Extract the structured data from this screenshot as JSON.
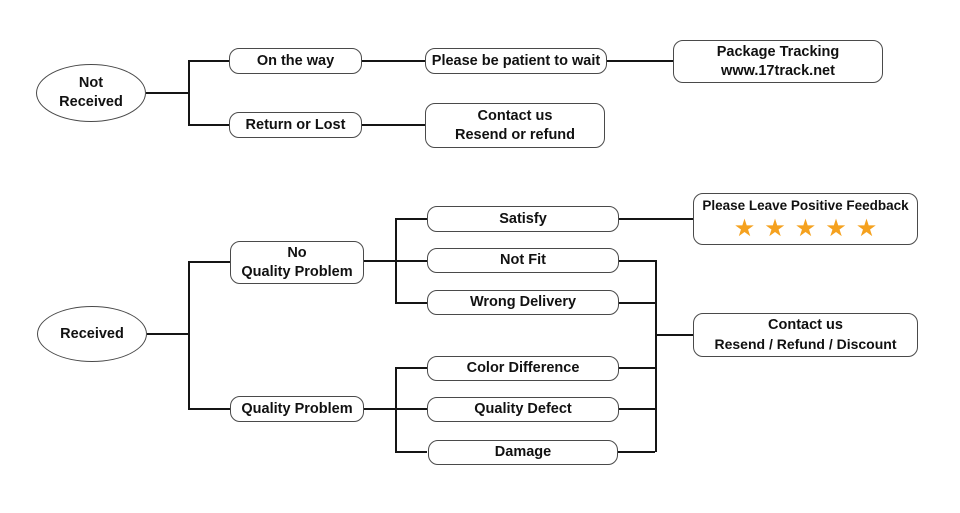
{
  "nodes": {
    "not_received": {
      "line1": "Not",
      "line2": "Received"
    },
    "on_the_way": {
      "label": "On the way"
    },
    "return_or_lost": {
      "label": "Return or Lost"
    },
    "be_patient": {
      "label": "Please be patient to wait"
    },
    "package_tracking": {
      "line1": "Package Tracking",
      "line2": "www.17track.net"
    },
    "contact_resend_refund": {
      "line1": "Contact us",
      "line2": "Resend or refund"
    },
    "received": {
      "label": "Received"
    },
    "no_quality_problem": {
      "line1": "No",
      "line2": "Quality Problem"
    },
    "quality_problem": {
      "label": "Quality Problem"
    },
    "satisfy": {
      "label": "Satisfy"
    },
    "not_fit": {
      "label": "Not Fit"
    },
    "wrong_delivery": {
      "label": "Wrong Delivery"
    },
    "color_difference": {
      "label": "Color Difference"
    },
    "quality_defect": {
      "label": "Quality Defect"
    },
    "damage": {
      "label": "Damage"
    },
    "positive_feedback": {
      "title": "Please Leave Positive Feedback",
      "stars": "★★★★★"
    },
    "contact_resend_refund_discount": {
      "line1": "Contact us",
      "line2": "Resend / Refund / Discount"
    }
  },
  "colors": {
    "star": "#F5A11E",
    "node_border": "#4a4a4a",
    "connector": "#151515",
    "text": "#111111",
    "background": "#ffffff"
  }
}
